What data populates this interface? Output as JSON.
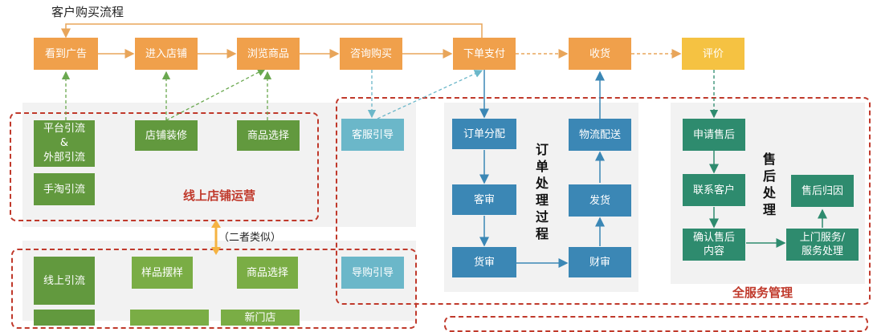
{
  "title": "客户购买流程",
  "top_flow": {
    "see_ad": "看到广告",
    "enter_shop": "进入店铺",
    "browse": "浏览商品",
    "consult": "咨询购买",
    "order_pay": "下单支付",
    "receive": "收货",
    "review": "评价"
  },
  "online": {
    "platform_traffic": "平台引流\n&\n外部引流",
    "shop_decor": "店铺装修",
    "product_select": "商品选择",
    "taobao_traffic": "手淘引流",
    "label": "线上店铺运营"
  },
  "service_guide": "客服引导",
  "similar": "（二者类似）",
  "offline": {
    "online_traffic": "线上引流",
    "sample_display": "样品摆样",
    "product_select": "商品选择",
    "sales_guide": "导购引导",
    "new_store": "新门店"
  },
  "order_process": {
    "allocate": "订单分配",
    "customer_review": "客审",
    "goods_review": "货审",
    "finance_review": "财审",
    "ship": "发货",
    "logistics": "物流配送",
    "label": "订单处理过程"
  },
  "after_sales": {
    "apply": "申请售后",
    "contact": "联系客户",
    "confirm": "确认售后\n内容",
    "onsite": "上门服务/\n服务处理",
    "attribution": "售后归因",
    "label": "售后处理"
  },
  "full_service_label": "全服务管理"
}
